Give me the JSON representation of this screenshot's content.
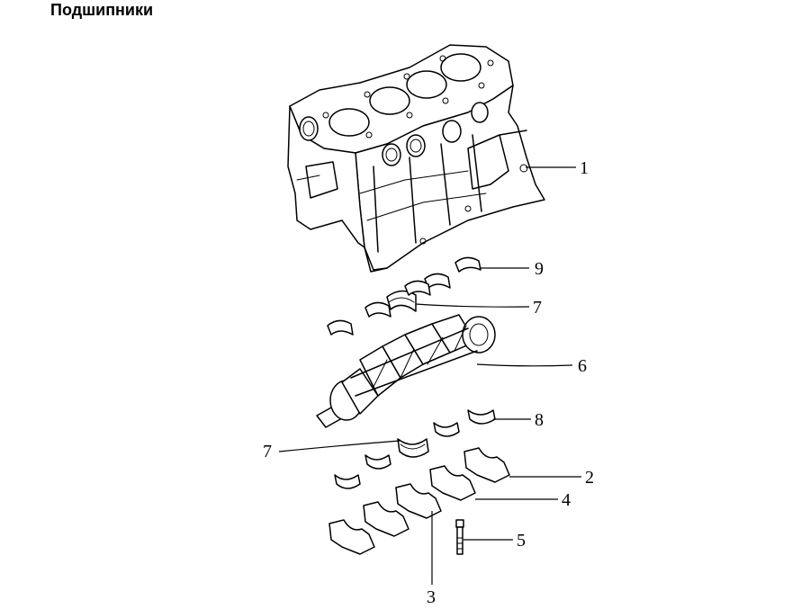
{
  "header": {
    "title": "Подшипники"
  },
  "diagram": {
    "callouts": [
      {
        "id": "1",
        "label": "1"
      },
      {
        "id": "9",
        "label": "9"
      },
      {
        "id": "7a",
        "label": "7"
      },
      {
        "id": "6",
        "label": "6"
      },
      {
        "id": "8",
        "label": "8"
      },
      {
        "id": "7b",
        "label": "7"
      },
      {
        "id": "2",
        "label": "2"
      },
      {
        "id": "4",
        "label": "4"
      },
      {
        "id": "5",
        "label": "5"
      },
      {
        "id": "3",
        "label": "3"
      }
    ]
  }
}
